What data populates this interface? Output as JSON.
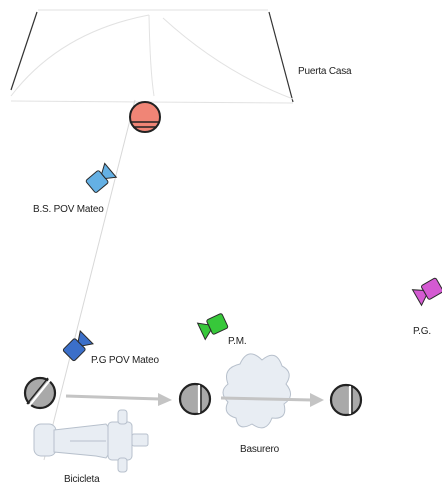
{
  "labels": {
    "door": "Puerta Casa",
    "cam_bs_pov_mateo": "B.S. POV Mateo",
    "cam_pg_pov_mateo": "P.G POV Mateo",
    "cam_pm": "P.M.",
    "cam_pg": "P.G.",
    "bin": "Basurero",
    "bike": "Bicicleta"
  },
  "colors": {
    "actor_red": "#f08576",
    "cam_light_blue": "#64b0e4",
    "cam_dark_blue": "#3b6fc9",
    "cam_green": "#37c83a",
    "cam_magenta": "#d45ad2",
    "actor_gray": "#a9a9a9",
    "arrow_gray": "#c4c4c4",
    "prop_fill": "#e8edf3",
    "prop_stroke": "#b7c0cc"
  }
}
